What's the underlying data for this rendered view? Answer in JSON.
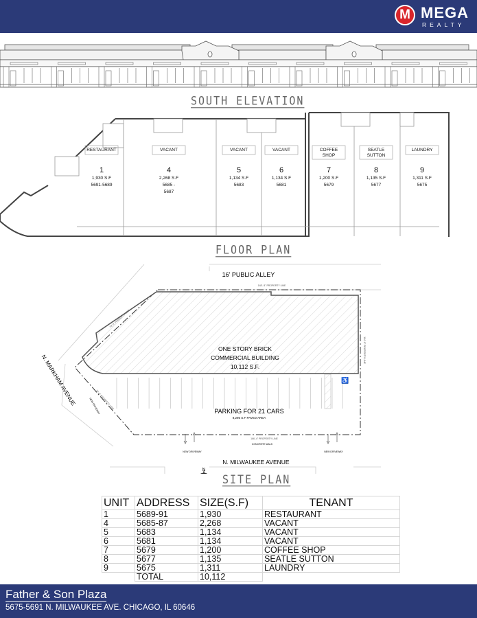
{
  "brand": {
    "initial": "M",
    "name": "MEGA",
    "sub": "REALTY",
    "colors": {
      "band": "#2b3a78",
      "logo_red": "#d9262b"
    }
  },
  "labels": {
    "elevation": "SOUTH ELEVATION",
    "floor_plan": "FLOOR PLAN",
    "site_plan": "SITE PLAN"
  },
  "floor_units": [
    {
      "tenant": "RESTAURANT",
      "tenant2": "",
      "unit": "1",
      "sf": "1,930 S.F",
      "addr": "5691-5689",
      "addr2": ""
    },
    {
      "tenant": "VACANT",
      "tenant2": "",
      "unit": "4",
      "sf": "2,268 S.F",
      "addr": "5685 -",
      "addr2": "5687"
    },
    {
      "tenant": "VACANT",
      "tenant2": "",
      "unit": "5",
      "sf": "1,134 S.F",
      "addr": "5683",
      "addr2": ""
    },
    {
      "tenant": "VACANT",
      "tenant2": "",
      "unit": "6",
      "sf": "1,134 S.F",
      "addr": "5681",
      "addr2": ""
    },
    {
      "tenant": "COFFEE",
      "tenant2": "SHOP",
      "unit": "7",
      "sf": "1,200 S.F",
      "addr": "5679",
      "addr2": ""
    },
    {
      "tenant": "SEATLE",
      "tenant2": "SUTTON",
      "unit": "8",
      "sf": "1,135 S.F",
      "addr": "5677",
      "addr2": ""
    },
    {
      "tenant": "LAUNDRY",
      "tenant2": "",
      "unit": "9",
      "sf": "1,311 S.F",
      "addr": "5675",
      "addr2": ""
    }
  ],
  "site": {
    "alley": "16' PUBLIC ALLEY",
    "prop_top": "148'- 8\" PROPERTY LINE",
    "prop_diag": "79'-6\" PROPERTY LINE",
    "prop_right": "104'-0\" PROPERTY LINE",
    "prop_bottom": "166'-4\" PROPERTY LINE",
    "prop_left": "72'-0\" PROPERTY LINE",
    "building1": "ONE STORY BRICK",
    "building2": "COMMERCIAL BUILDING",
    "building3": "10,112  S.F.",
    "parking": "PARKING FOR 21 CARS",
    "paved": "8,295 S.F PAVED AREA",
    "driveway": "NEW DRIVEWAY",
    "walk": "CONCRETE WALK",
    "markham": "N. MARKHAM AVENUE",
    "milwaukee": "N. MILWAUKEE AVENUE",
    "north": "N"
  },
  "table": {
    "headers": [
      "UNIT",
      "ADDRESS",
      "SIZE(S.F)",
      "TENANT"
    ],
    "rows": [
      [
        "1",
        "5689-91",
        "1,930",
        "RESTAURANT"
      ],
      [
        "4",
        "5685-87",
        "2,268",
        "VACANT"
      ],
      [
        "5",
        "5683",
        "1,134",
        "VACANT"
      ],
      [
        "6",
        "5681",
        "1,134",
        "VACANT"
      ],
      [
        "7",
        "5679",
        "1,200",
        "COFFEE SHOP"
      ],
      [
        "8",
        "5677",
        "1,135",
        "SEATLE SUTTON"
      ],
      [
        "9",
        "5675",
        "1,311",
        "LAUNDRY"
      ]
    ],
    "total_label": "TOTAL",
    "total_value": "10,112"
  },
  "footer": {
    "title": "Father & Son Plaza",
    "address": "5675-5691 N. MILWAUKEE AVE. CHICAGO, IL 60646"
  }
}
